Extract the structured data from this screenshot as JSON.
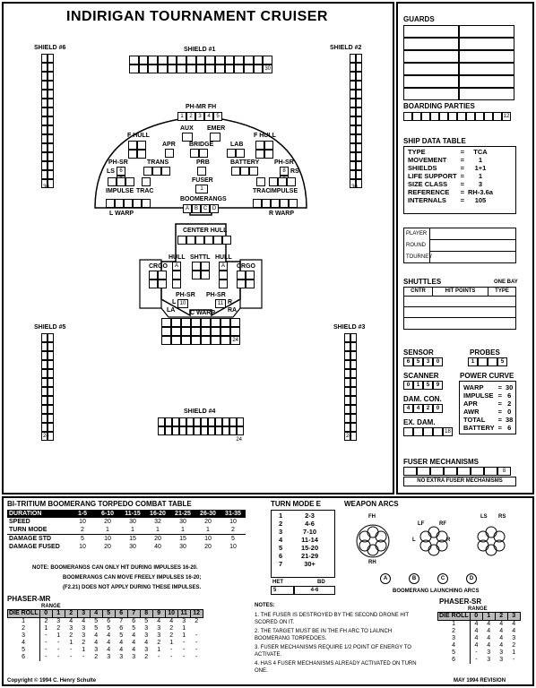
{
  "title": "INDIRIGAN TOURNAMENT CRUISER",
  "ssd": {
    "shield1": {
      "label": "SHIELD #1",
      "max": "30"
    },
    "shield2": {
      "label": "SHIELD #2",
      "max": "30"
    },
    "shield3": {
      "label": "SHIELD #3",
      "max": "24"
    },
    "shield4": {
      "label": "SHIELD #4",
      "max": "24"
    },
    "shield5": {
      "label": "SHIELD #5",
      "max": "24"
    },
    "shield6": {
      "label": "SHIELD #6",
      "max": "30"
    },
    "phmr_fh": {
      "label": "PH-MR FH",
      "boxes": [
        "1",
        "2",
        "3",
        "4",
        "5"
      ]
    },
    "aux": "AUX",
    "emer": "EMER",
    "f_hull_left": "F HULL",
    "f_hull_right": "F HULL",
    "apr": "APR",
    "bridge": "BRIDGE",
    "lab": "LAB",
    "ph_sr_left": "PH-SR",
    "ph_sr_right": "PH-SR",
    "ls": "LS",
    "rs": "RS",
    "ls_boxes": [
      "6",
      "7"
    ],
    "rs_boxes": [
      "8",
      "9"
    ],
    "trans": "TRANS",
    "prb": "PRB",
    "battery": "BATTERY",
    "fuser": "FUSER",
    "fuser_box": "1",
    "impulse_left": "IMPULSE",
    "trac_left": "TRAC",
    "trac_right": "TRAC",
    "impulse_right": "IMPULSE",
    "boomerangs": {
      "label": "BOOMERANGS",
      "boxes": [
        "A",
        "B",
        "C",
        "D"
      ]
    },
    "l_warp": "L WARP",
    "r_warp": "R WARP",
    "center_hull": "CENTER HULL",
    "hull_left": "HULL",
    "hull_right": "HULL",
    "shttl": "SHTTL",
    "crgo_left": "CRGO",
    "crgo_right": "CRGO",
    "a": "A",
    "ph_sr_l": "PH-SR",
    "ph_sr_r": "PH-SR",
    "l": "L",
    "r": "R",
    "la": "LA",
    "ra": "RA",
    "box10": "10",
    "box11": "11",
    "c_warp": {
      "label": "C WARP",
      "max": "24"
    }
  },
  "guards": {
    "label": "GUARDS"
  },
  "boarding": {
    "label": "BOARDING PARTIES",
    "max": "12"
  },
  "ship_data": {
    "label": "SHIP DATA TABLE",
    "rows": [
      [
        "TYPE",
        "=",
        "TCA"
      ],
      [
        "MOVEMENT",
        "=",
        "1"
      ],
      [
        "SHIELDS",
        "=",
        "1+1"
      ],
      [
        "LIFE SUPPORT",
        "=",
        "1"
      ],
      [
        "SIZE CLASS",
        "=",
        "3"
      ],
      [
        "REFERENCE",
        "=",
        "RH-3.6a"
      ],
      [
        "INTERNALS",
        "=",
        "105"
      ]
    ]
  },
  "player": {
    "player": "PLAYER",
    "round": "ROUND",
    "tourney": "TOURNEY"
  },
  "shuttles": {
    "label": "SHUTTLES",
    "note": "ONE BAY",
    "cols": [
      "CNTR",
      "HIT POINTS",
      "TYPE"
    ]
  },
  "sensor": {
    "label": "SENSOR",
    "values": [
      "6",
      "5",
      "3",
      "0"
    ]
  },
  "scanner": {
    "label": "SCANNER",
    "values": [
      "0",
      "1",
      "5",
      "9"
    ]
  },
  "probes": {
    "label": "PROBES",
    "values": [
      "1",
      "",
      "",
      "5"
    ]
  },
  "dam_con": {
    "label": "DAM. CON.",
    "values": [
      "4",
      "4",
      "2",
      "0"
    ]
  },
  "ex_dam": {
    "label": "EX. DAM.",
    "max": "18"
  },
  "power_curve": {
    "label": "POWER CURVE",
    "rows": [
      [
        "WARP",
        "=",
        "30"
      ],
      [
        "IMPULSE",
        "=",
        "6"
      ],
      [
        "APR",
        "=",
        "2"
      ],
      [
        "AWR",
        "=",
        "0"
      ],
      [
        "TOTAL",
        "=",
        "38"
      ],
      [
        "BATTERY",
        "=",
        "6"
      ]
    ]
  },
  "fuser_mech": {
    "label": "FUSER MECHANISMS",
    "max": "8",
    "note": "NO EXTRA FUSER MECHANISMS"
  },
  "bt_table": {
    "label": "BI-TRITIUM BOOMERANG TORPEDO COMBAT TABLE",
    "header": [
      "DURATION",
      "1-5",
      "6-10",
      "11-15",
      "16-20",
      "21-25",
      "26-30",
      "31-35"
    ],
    "rows": [
      [
        "SPEED",
        "10",
        "20",
        "30",
        "32",
        "30",
        "20",
        "10"
      ],
      [
        "TURN MODE",
        "2",
        "1",
        "1",
        "1",
        "1",
        "1",
        "2"
      ],
      [
        "DAMAGE STD",
        "5",
        "10",
        "15",
        "20",
        "15",
        "10",
        "5"
      ],
      [
        "DAMAGE FUSED",
        "10",
        "20",
        "30",
        "40",
        "30",
        "20",
        "10"
      ]
    ],
    "note1": "NOTE: BOOMERANGS CAN ONLY HIT DURING IMPULSES 16-20.",
    "note2": "BOOMERANGS CAN MOVE FREELY IMPULSES 16-20;",
    "note3": "(F2.21) DOES NOT APPLY DURING THESE IMPULSES."
  },
  "turn_mode": {
    "label": "TURN MODE E",
    "rows": [
      [
        "1",
        "2-3"
      ],
      [
        "2",
        "4-6"
      ],
      [
        "3",
        "7-10"
      ],
      [
        "4",
        "11-14"
      ],
      [
        "5",
        "15-20"
      ],
      [
        "6",
        "21-29"
      ],
      [
        "7",
        "30+"
      ]
    ],
    "het": "HET",
    "bd": "BD",
    "het_val": "5",
    "bd_val": "4-6"
  },
  "weapon_arcs": {
    "label": "WEAPON ARCS",
    "fh": "FH",
    "rh": "RH",
    "lf": "LF",
    "rf": "RF",
    "l": "L",
    "r": "R",
    "ls": "LS",
    "rs": "RS",
    "boomerangs": [
      "A",
      "B",
      "C",
      "D"
    ],
    "boom_label": "BOOMERANG LAUNCHING ARCS"
  },
  "phaser_mr": {
    "label": "PHASER-MR",
    "header": [
      "DIE ROLL",
      "0",
      "1",
      "2",
      "3",
      "4",
      "5",
      "6",
      "7",
      "8",
      "9",
      "10",
      "11",
      "12"
    ],
    "range_label": "RANGE",
    "rows": [
      [
        "1",
        "2",
        "3",
        "4",
        "4",
        "5",
        "6",
        "7",
        "6",
        "5",
        "4",
        "4",
        "3",
        "2"
      ],
      [
        "2",
        "1",
        "2",
        "3",
        "3",
        "5",
        "5",
        "6",
        "5",
        "3",
        "3",
        "2",
        "1",
        ""
      ],
      [
        "3",
        "-",
        "1",
        "2",
        "3",
        "4",
        "4",
        "5",
        "4",
        "3",
        "3",
        "2",
        "1",
        "-"
      ],
      [
        "4",
        "-",
        "-",
        "1",
        "2",
        "4",
        "4",
        "4",
        "4",
        "4",
        "2",
        "1",
        "-",
        "-"
      ],
      [
        "5",
        "-",
        "-",
        "-",
        "1",
        "3",
        "4",
        "4",
        "4",
        "3",
        "1",
        "-",
        "-",
        "-"
      ],
      [
        "6",
        "-",
        "-",
        "-",
        "-",
        "2",
        "3",
        "3",
        "3",
        "2",
        "-",
        "-",
        "-",
        "-"
      ]
    ]
  },
  "notes": {
    "label": "NOTES:",
    "items": [
      "1. THE FUSER IS DESTROYED BY THE SECOND DRONE HIT SCORED ON IT.",
      "2. THE TARGET MUST BE IN THE FH ARC TO LAUNCH BOOMERANG TORPEDOES.",
      "3. FUSER MECHANISMS REQUIRE 1/2 POINT OF ENERGY TO ACTIVATE.",
      "4. HAS 4 FUSER MECHANISMS ALREADY ACTIVATED ON TURN ONE."
    ]
  },
  "phaser_sr": {
    "label": "PHASER-SR",
    "header": [
      "DIE ROLL",
      "0",
      "1",
      "2",
      "3"
    ],
    "range_label": "RANGE",
    "rows": [
      [
        "1",
        "4",
        "4",
        "4",
        "4"
      ],
      [
        "2",
        "4",
        "4",
        "4",
        "4"
      ],
      [
        "3",
        "4",
        "4",
        "4",
        "3"
      ],
      [
        "4",
        "4",
        "4",
        "4",
        "2"
      ],
      [
        "5",
        "-",
        "3",
        "3",
        "1"
      ],
      [
        "6",
        "-",
        "3",
        "3",
        "-"
      ]
    ]
  },
  "copyright": "Copyright © 1994  C. Henry Schulte",
  "revision": "MAY 1994 REVISION"
}
